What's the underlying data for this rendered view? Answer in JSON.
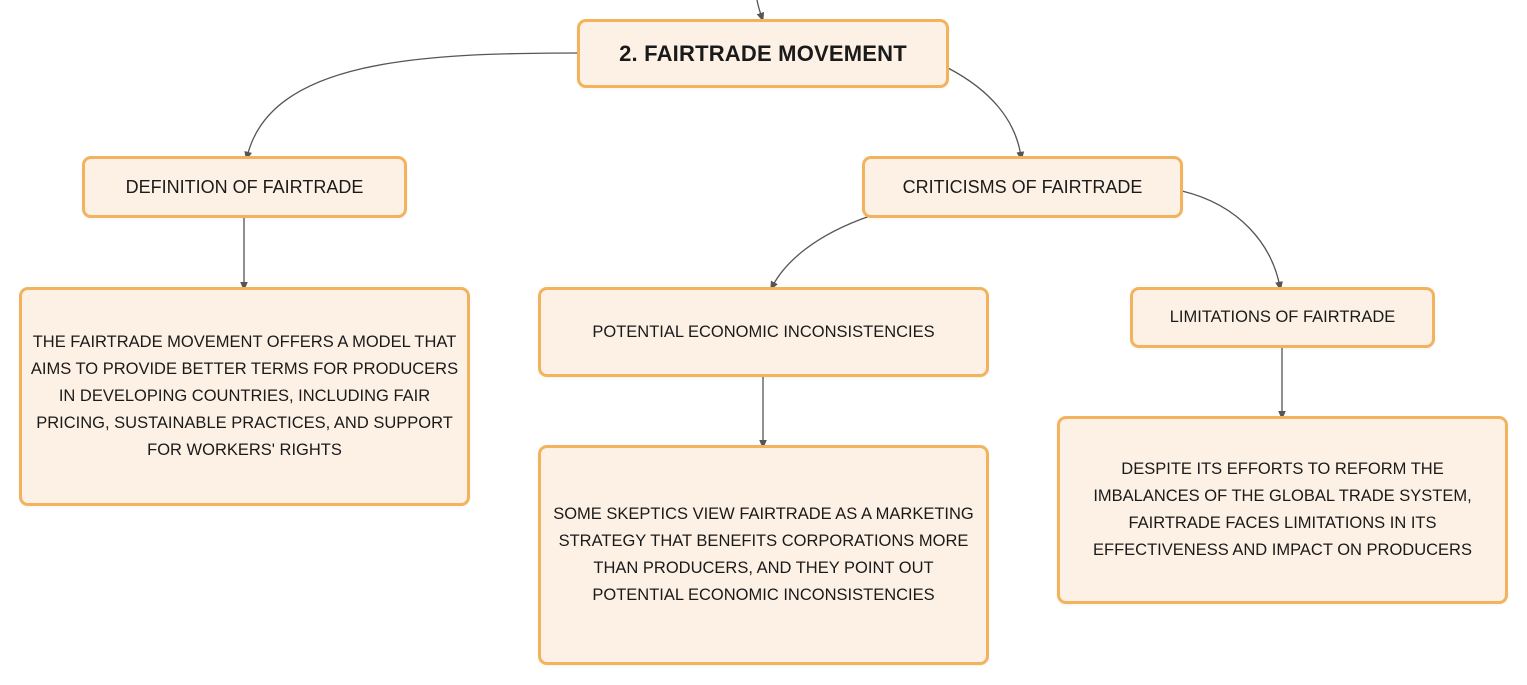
{
  "mindmap": {
    "root": "2. FAIRTRADE MOVEMENT",
    "definition": {
      "title": "DEFINITION OF FAIRTRADE",
      "text": "THE FAIRTRADE MOVEMENT OFFERS A MODEL THAT AIMS TO PROVIDE BETTER TERMS FOR PRODUCERS IN DEVELOPING COUNTRIES, INCLUDING FAIR PRICING, SUSTAINABLE PRACTICES, AND SUPPORT FOR WORKERS' RIGHTS"
    },
    "criticisms": {
      "title": "CRITICISMS OF FAIRTRADE",
      "economic": {
        "title": "POTENTIAL ECONOMIC INCONSISTENCIES",
        "text": "SOME SKEPTICS VIEW FAIRTRADE AS A MARKETING STRATEGY THAT BENEFITS CORPORATIONS MORE THAN PRODUCERS, AND THEY POINT OUT POTENTIAL ECONOMIC INCONSISTENCIES"
      },
      "limitations": {
        "title": "LIMITATIONS OF FAIRTRADE",
        "text": "DESPITE ITS EFFORTS TO REFORM THE IMBALANCES OF THE GLOBAL TRADE SYSTEM, FAIRTRADE FACES LIMITATIONS IN ITS EFFECTIVENESS AND IMPACT ON PRODUCERS"
      }
    }
  },
  "colors": {
    "node_fill": "#fdf1e6",
    "node_border": "#f2b35c",
    "connector": "#555555",
    "text": "#1a1a1a"
  }
}
